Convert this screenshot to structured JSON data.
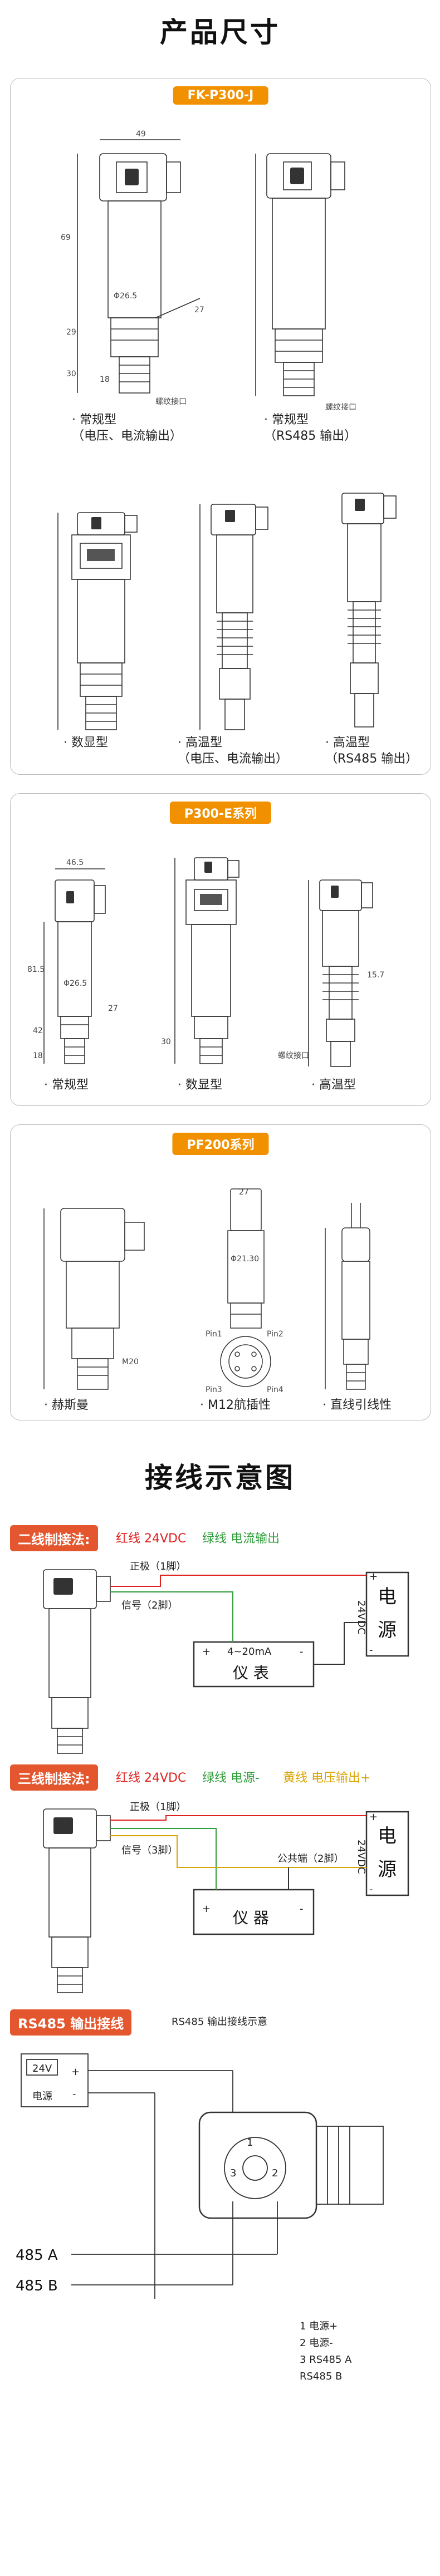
{
  "titles": {
    "sizes": "产品尺寸",
    "wiring": "接线示意图"
  },
  "colors": {
    "orange": "#f29100",
    "wire_red": "#e02020",
    "wire_green": "#2f9e3a",
    "wire_yellow": "#d9a300"
  },
  "section1": {
    "badge": "FK-P300-J",
    "thread": "螺纹接口",
    "dims": {
      "w49": "49",
      "h69": "69",
      "h29": "29",
      "h30": "30",
      "h18": "18",
      "d265": "Φ26.5",
      "w27": "27"
    },
    "labels": {
      "normal_current": "· 常规型\n（电压、电流输出）",
      "normal_rs485": "· 常规型\n（RS485 输出）",
      "digital": "· 数显型",
      "hightemp_current": "· 高温型\n（电压、电流输出）",
      "hightemp_rs485": "· 高温型\n（RS485 输出）"
    }
  },
  "section2": {
    "badge": "P300-E系列",
    "thread": "螺纹接口",
    "dims": {
      "w465": "46.5",
      "h815": "81.5",
      "h42": "42",
      "h18": "18",
      "h30": "30",
      "d265": "Φ26.5",
      "w27": "27",
      "h157": "15.7"
    },
    "labels": {
      "normal": "· 常规型",
      "digital": "· 数显型",
      "hightemp": "· 高温型"
    }
  },
  "section3": {
    "badge": "PF200系列",
    "dims": {
      "w27": "27",
      "pin1": "Pin1",
      "pin2": "Pin2",
      "pin3": "Pin3",
      "pin4": "Pin4",
      "m20": "M20",
      "d2130": "Φ21.30"
    },
    "labels": {
      "hirschmann": "· 赫斯曼",
      "m12": "· M12航插性",
      "direct": "· 直线引线性"
    }
  },
  "wiring2": {
    "badge": "二线制接法:",
    "red_text": "红线 24VDC",
    "green_text": "绿线 电流输出",
    "positive": "正极（1脚）",
    "signal": "信号（2脚）",
    "power": "电\n源",
    "voltage": "24VDC",
    "meter_range": "4~20mA",
    "meter": "仪 表",
    "plus": "+",
    "minus": "-"
  },
  "wiring3": {
    "badge": "三线制接法:",
    "red_text": "红线 24VDC",
    "green_text": "绿线 电源-",
    "yellow_text": "黄线 电压输出+",
    "positive": "正极（1脚）",
    "signal": "信号（3脚）",
    "common": "公共端（2脚）",
    "power": "电\n源",
    "voltage": "24VDC",
    "meter": "仪 器",
    "plus": "+",
    "minus": "-"
  },
  "rs485": {
    "badge": "RS485 输出接线",
    "subtitle": "RS485 输出接线示意",
    "voltage": "24V",
    "power": "电源",
    "a": "485  A",
    "b": "485  B",
    "pins": [
      "1   电源+",
      "2   电源-",
      "3   RS485 A",
      "     RS485 B"
    ]
  }
}
